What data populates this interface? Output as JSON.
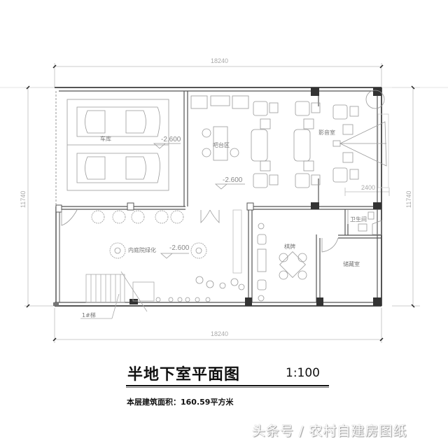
{
  "drawing": {
    "dimensions": {
      "top_width": "18240",
      "bottom_width": "18240",
      "left_height": "11740",
      "right_height": "11740",
      "av_room_width": "2400"
    },
    "rooms": {
      "garage": "车库",
      "bar_area": "吧台区",
      "av_room": "影音室",
      "courtyard_garden": "内庭院绿化",
      "chess_room": "棋牌",
      "bathroom": "卫生间",
      "storage_room": "储藏室",
      "stair": "1#梯"
    },
    "levels": {
      "garage_level": "-2.600",
      "bar_level": "-2.600",
      "courtyard_level": "-2.600"
    }
  },
  "title_block": {
    "title": "半地下室平面图",
    "scale": "1:100",
    "area_label": "本层建筑面积：160.59平方米"
  },
  "watermark": "头条号 / 农村自建房图纸",
  "colors": {
    "wall": "#555555",
    "column": "#333333",
    "furniture": "#888888",
    "dimension": "#aaaaaa"
  }
}
